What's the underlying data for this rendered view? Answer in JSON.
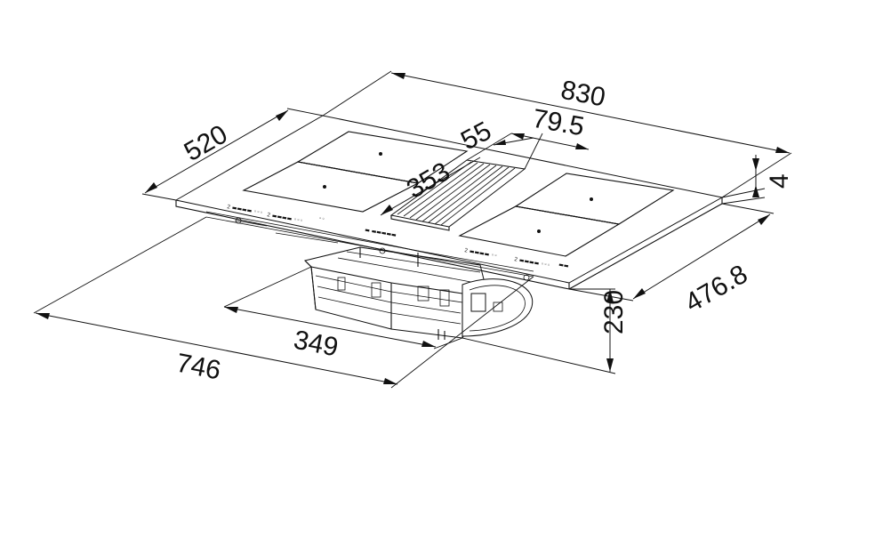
{
  "dimensions": {
    "width_total": "830",
    "depth_total": "520",
    "vent_width": "55",
    "vent_offset": "79.5",
    "left_zone_depth": "353",
    "thickness": "4",
    "cutout_depth": "476.8",
    "height_below": "230",
    "unit_depth": "349",
    "cutout_width": "746"
  }
}
